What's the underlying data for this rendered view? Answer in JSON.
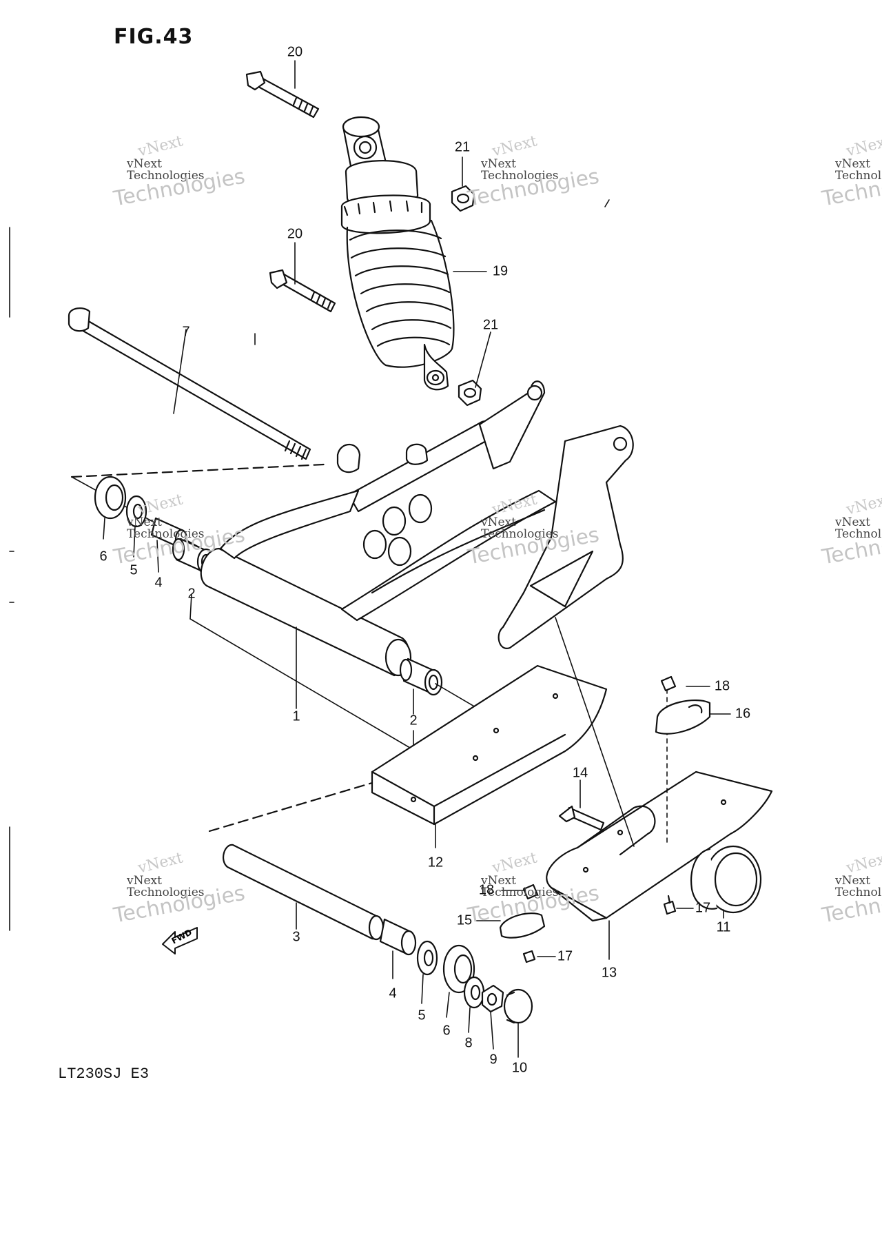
{
  "figure": {
    "title": "FIG.43",
    "model_code": "LT230SJ  E3",
    "watermark": {
      "line1": "vNext",
      "line2": "vNext Technologies",
      "line3": "Technologies"
    },
    "fwd_marker": "FWD",
    "callouts": [
      {
        "id": "c20a",
        "label": "20"
      },
      {
        "id": "c21a",
        "label": "21"
      },
      {
        "id": "c20b",
        "label": "20"
      },
      {
        "id": "c19",
        "label": "19"
      },
      {
        "id": "c21b",
        "label": "21"
      },
      {
        "id": "c7",
        "label": "7"
      },
      {
        "id": "c6a",
        "label": "6"
      },
      {
        "id": "c5a",
        "label": "5"
      },
      {
        "id": "c4a",
        "label": "4"
      },
      {
        "id": "c2a",
        "label": "2"
      },
      {
        "id": "c1",
        "label": "1"
      },
      {
        "id": "c2b",
        "label": "2"
      },
      {
        "id": "c18a",
        "label": "18"
      },
      {
        "id": "c16",
        "label": "16"
      },
      {
        "id": "c14",
        "label": "14"
      },
      {
        "id": "c12",
        "label": "12"
      },
      {
        "id": "c3",
        "label": "3"
      },
      {
        "id": "c18b",
        "label": "18"
      },
      {
        "id": "c15",
        "label": "15"
      },
      {
        "id": "c17a",
        "label": "17"
      },
      {
        "id": "c17b",
        "label": "17"
      },
      {
        "id": "c11",
        "label": "11"
      },
      {
        "id": "c13",
        "label": "13"
      },
      {
        "id": "c4b",
        "label": "4"
      },
      {
        "id": "c5b",
        "label": "5"
      },
      {
        "id": "c6b",
        "label": "6"
      },
      {
        "id": "c8",
        "label": "8"
      },
      {
        "id": "c9",
        "label": "9"
      },
      {
        "id": "c10",
        "label": "10"
      }
    ]
  }
}
